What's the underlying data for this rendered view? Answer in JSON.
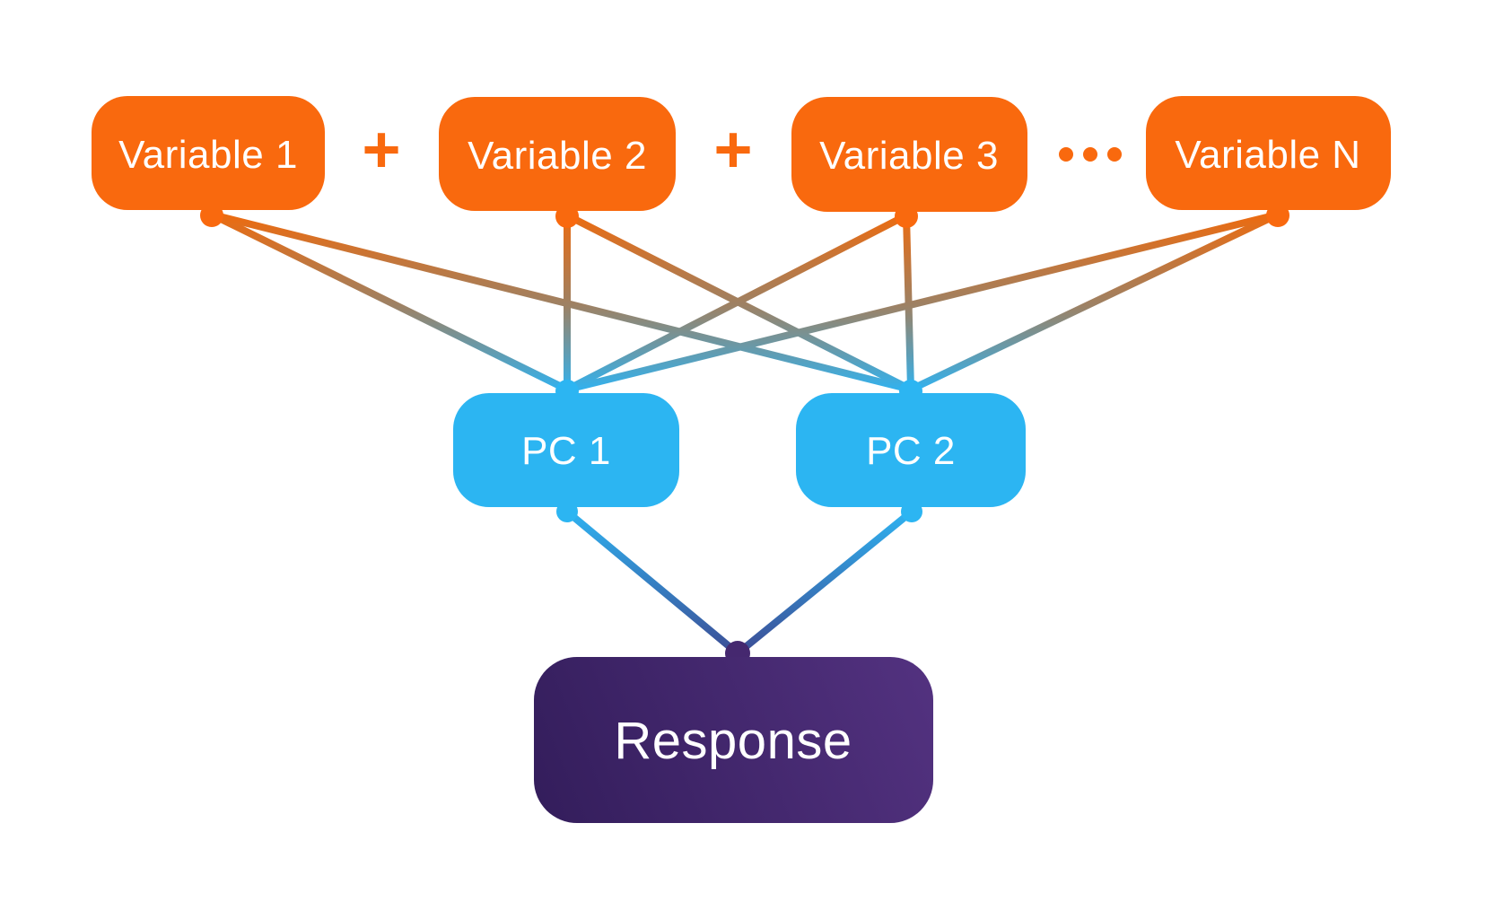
{
  "diagram": {
    "variables": [
      {
        "label": "Variable 1"
      },
      {
        "label": "Variable 2"
      },
      {
        "label": "Variable 3"
      },
      {
        "label": "Variable N"
      }
    ],
    "operators": {
      "plus_1": "+",
      "plus_2": "+",
      "ellipsis_icon": "ellipsis-dots",
      "ellipsis_glyph": "•••"
    },
    "components": [
      {
        "label": "PC 1"
      },
      {
        "label": "PC 2"
      }
    ],
    "response": {
      "label": "Response"
    },
    "edges": [
      {
        "from": "Variable 1",
        "to": "PC 1"
      },
      {
        "from": "Variable 1",
        "to": "PC 2"
      },
      {
        "from": "Variable 2",
        "to": "PC 1"
      },
      {
        "from": "Variable 2",
        "to": "PC 2"
      },
      {
        "from": "Variable 3",
        "to": "PC 1"
      },
      {
        "from": "Variable 3",
        "to": "PC 2"
      },
      {
        "from": "Variable N",
        "to": "PC 1"
      },
      {
        "from": "Variable N",
        "to": "PC 2"
      },
      {
        "from": "PC 1",
        "to": "Response"
      },
      {
        "from": "PC 2",
        "to": "Response"
      }
    ],
    "colors": {
      "background": "#FFFFFF",
      "variable_box": "#F9690E",
      "pc_box": "#2CB5F2",
      "response_gradient_top_right": "#533280",
      "response_gradient_bottom_left": "#331D5B",
      "response_knob": "#45286F",
      "edge_gradient_top": "#EC6B10",
      "edge_gradient_mid": "#9D8164",
      "edge_gradient_bottom": "#33B1ED",
      "pc_edge_gradient_top": "#2FB2F0",
      "pc_edge_gradient_bottom": "#3C4E96",
      "label_text": "#FFFFFF"
    }
  }
}
